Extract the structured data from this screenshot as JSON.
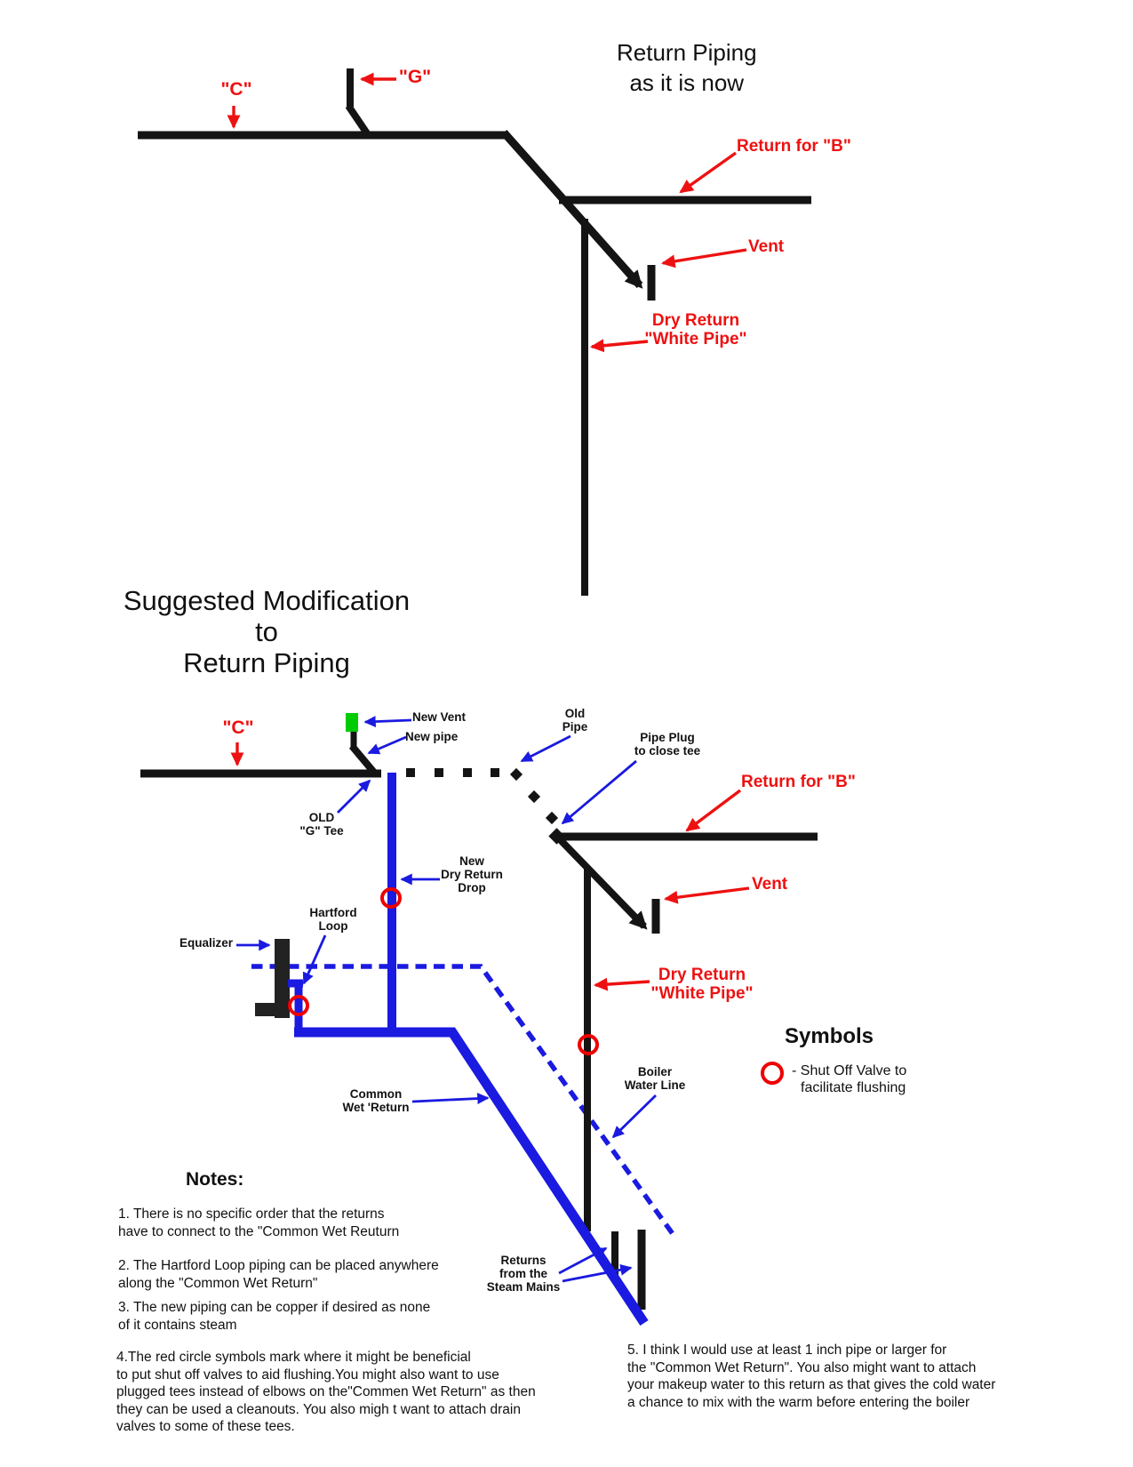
{
  "diagram1": {
    "title": "Return Piping\nas it is now",
    "labels": {
      "c": "\"C\"",
      "g": "\"G\"",
      "return_b": "Return for \"B\"",
      "vent": "Vent",
      "dry_return": "Dry Return\n\"White Pipe\""
    }
  },
  "diagram2": {
    "title": "Suggested Modification\nto\nReturn Piping",
    "labels": {
      "c": "\"C\"",
      "new_vent": "New Vent",
      "new_pipe": "New pipe",
      "old_pipe": "Old\nPipe",
      "pipe_plug": "Pipe Plug\nto close tee",
      "old_g_tee": "OLD\n\"G\" Tee",
      "return_b": "Return for \"B\"",
      "new_dry_return_drop": "New\nDry Return\nDrop",
      "hartford_loop": "Hartford\nLoop",
      "equalizer": "Equalizer",
      "vent": "Vent",
      "dry_return": "Dry Return\n\"White Pipe\"",
      "common_wet_return": "Common\nWet 'Return",
      "boiler_water_line": "Boiler\nWater Line",
      "returns_steam_mains": "Returns\nfrom the\nSteam Mains"
    }
  },
  "symbols": {
    "heading": "Symbols",
    "shut_off_line1": "- Shut Off Valve to",
    "shut_off_line2": "facilitate flushing"
  },
  "notes": {
    "heading": "Notes:",
    "n1": "1. There is no specific order that the returns\nhave to connect to the \"Common Wet Reuturn",
    "n2": "2. The Hartford Loop piping can be placed anywhere\nalong the \"Common Wet Return\"",
    "n3": "3. The new piping can be copper if desired as none\nof it contains steam",
    "n4": "4.The red circle symbols mark where it might be beneficial\nto put shut off valves to aid flushing.You might also want to use\nplugged tees instead of elbows on the\"Commen Wet Return\" as then\nthey can be used a cleanouts. You also migh t want to attach drain\nvalves to some of these tees.",
    "n5": "5. I think I would use at least 1 inch pipe or larger for\nthe \"Common Wet Return\". You also might want to attach\nyour makeup water to this return as that gives the cold water\na chance to mix with the warm before entering the boiler"
  },
  "colors": {
    "pipe_black": "#141414",
    "pipe_blue": "#1a1ae0",
    "label_red": "#ee1111",
    "valve_red": "#ee0000",
    "vent_green": "#00cc00"
  }
}
